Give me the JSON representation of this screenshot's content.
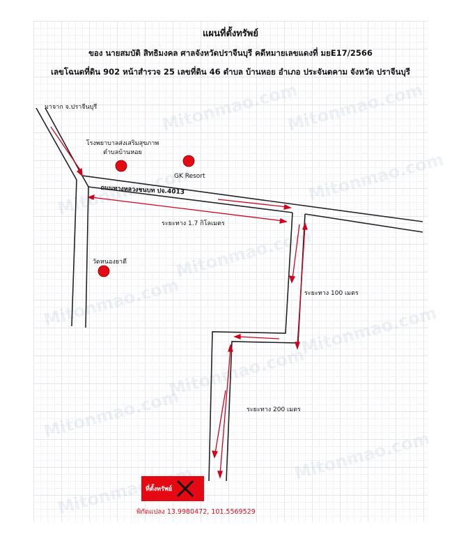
{
  "header": {
    "title": "แผนที่ตั้งทรัพย์",
    "owner_line": "ของ นายสมบัติ   สิทธิมงคล  ศาลจังหวัดปราจีนบุรี คดีหมายเลขแดงที่ มยE17/2566",
    "deed_line": "เลขโฉนดที่ดิน 902 หน้าสำรวจ 25 เลขที่ดิน 46 ตำบล บ้านหอย อำเภอ ประจันตคาม จังหวัด ปราจีนบุรี"
  },
  "map": {
    "from_label": "มาจาก จ.ปราจีนบุรี",
    "road_name": "ถนนทางหลวงชนบท ปจ.4013",
    "landmarks": [
      {
        "name": "โรงพยาบาลส่งเสริมสุขภาพ\nตำบลบ้านหอย"
      },
      {
        "name": "GK Resort"
      },
      {
        "name": "วัดหนองยาดี"
      }
    ],
    "distances": {
      "main_road": "ระยะทาง 1.7 กิโลเมตร",
      "segment_1": "ระยะทาง 100 เมตร",
      "segment_2": "ระยะทาง 200 เมตร"
    },
    "target": {
      "label": "ที่ตั้งทรัพย์",
      "coordinates": "พิกัดแปลง 13.9980472, 101.5569529"
    },
    "watermark": "Mitonmao.com",
    "colors": {
      "road": "#222222",
      "arrow": "#d0021b",
      "marker": "#e50914",
      "target_box": "#e50914"
    }
  }
}
